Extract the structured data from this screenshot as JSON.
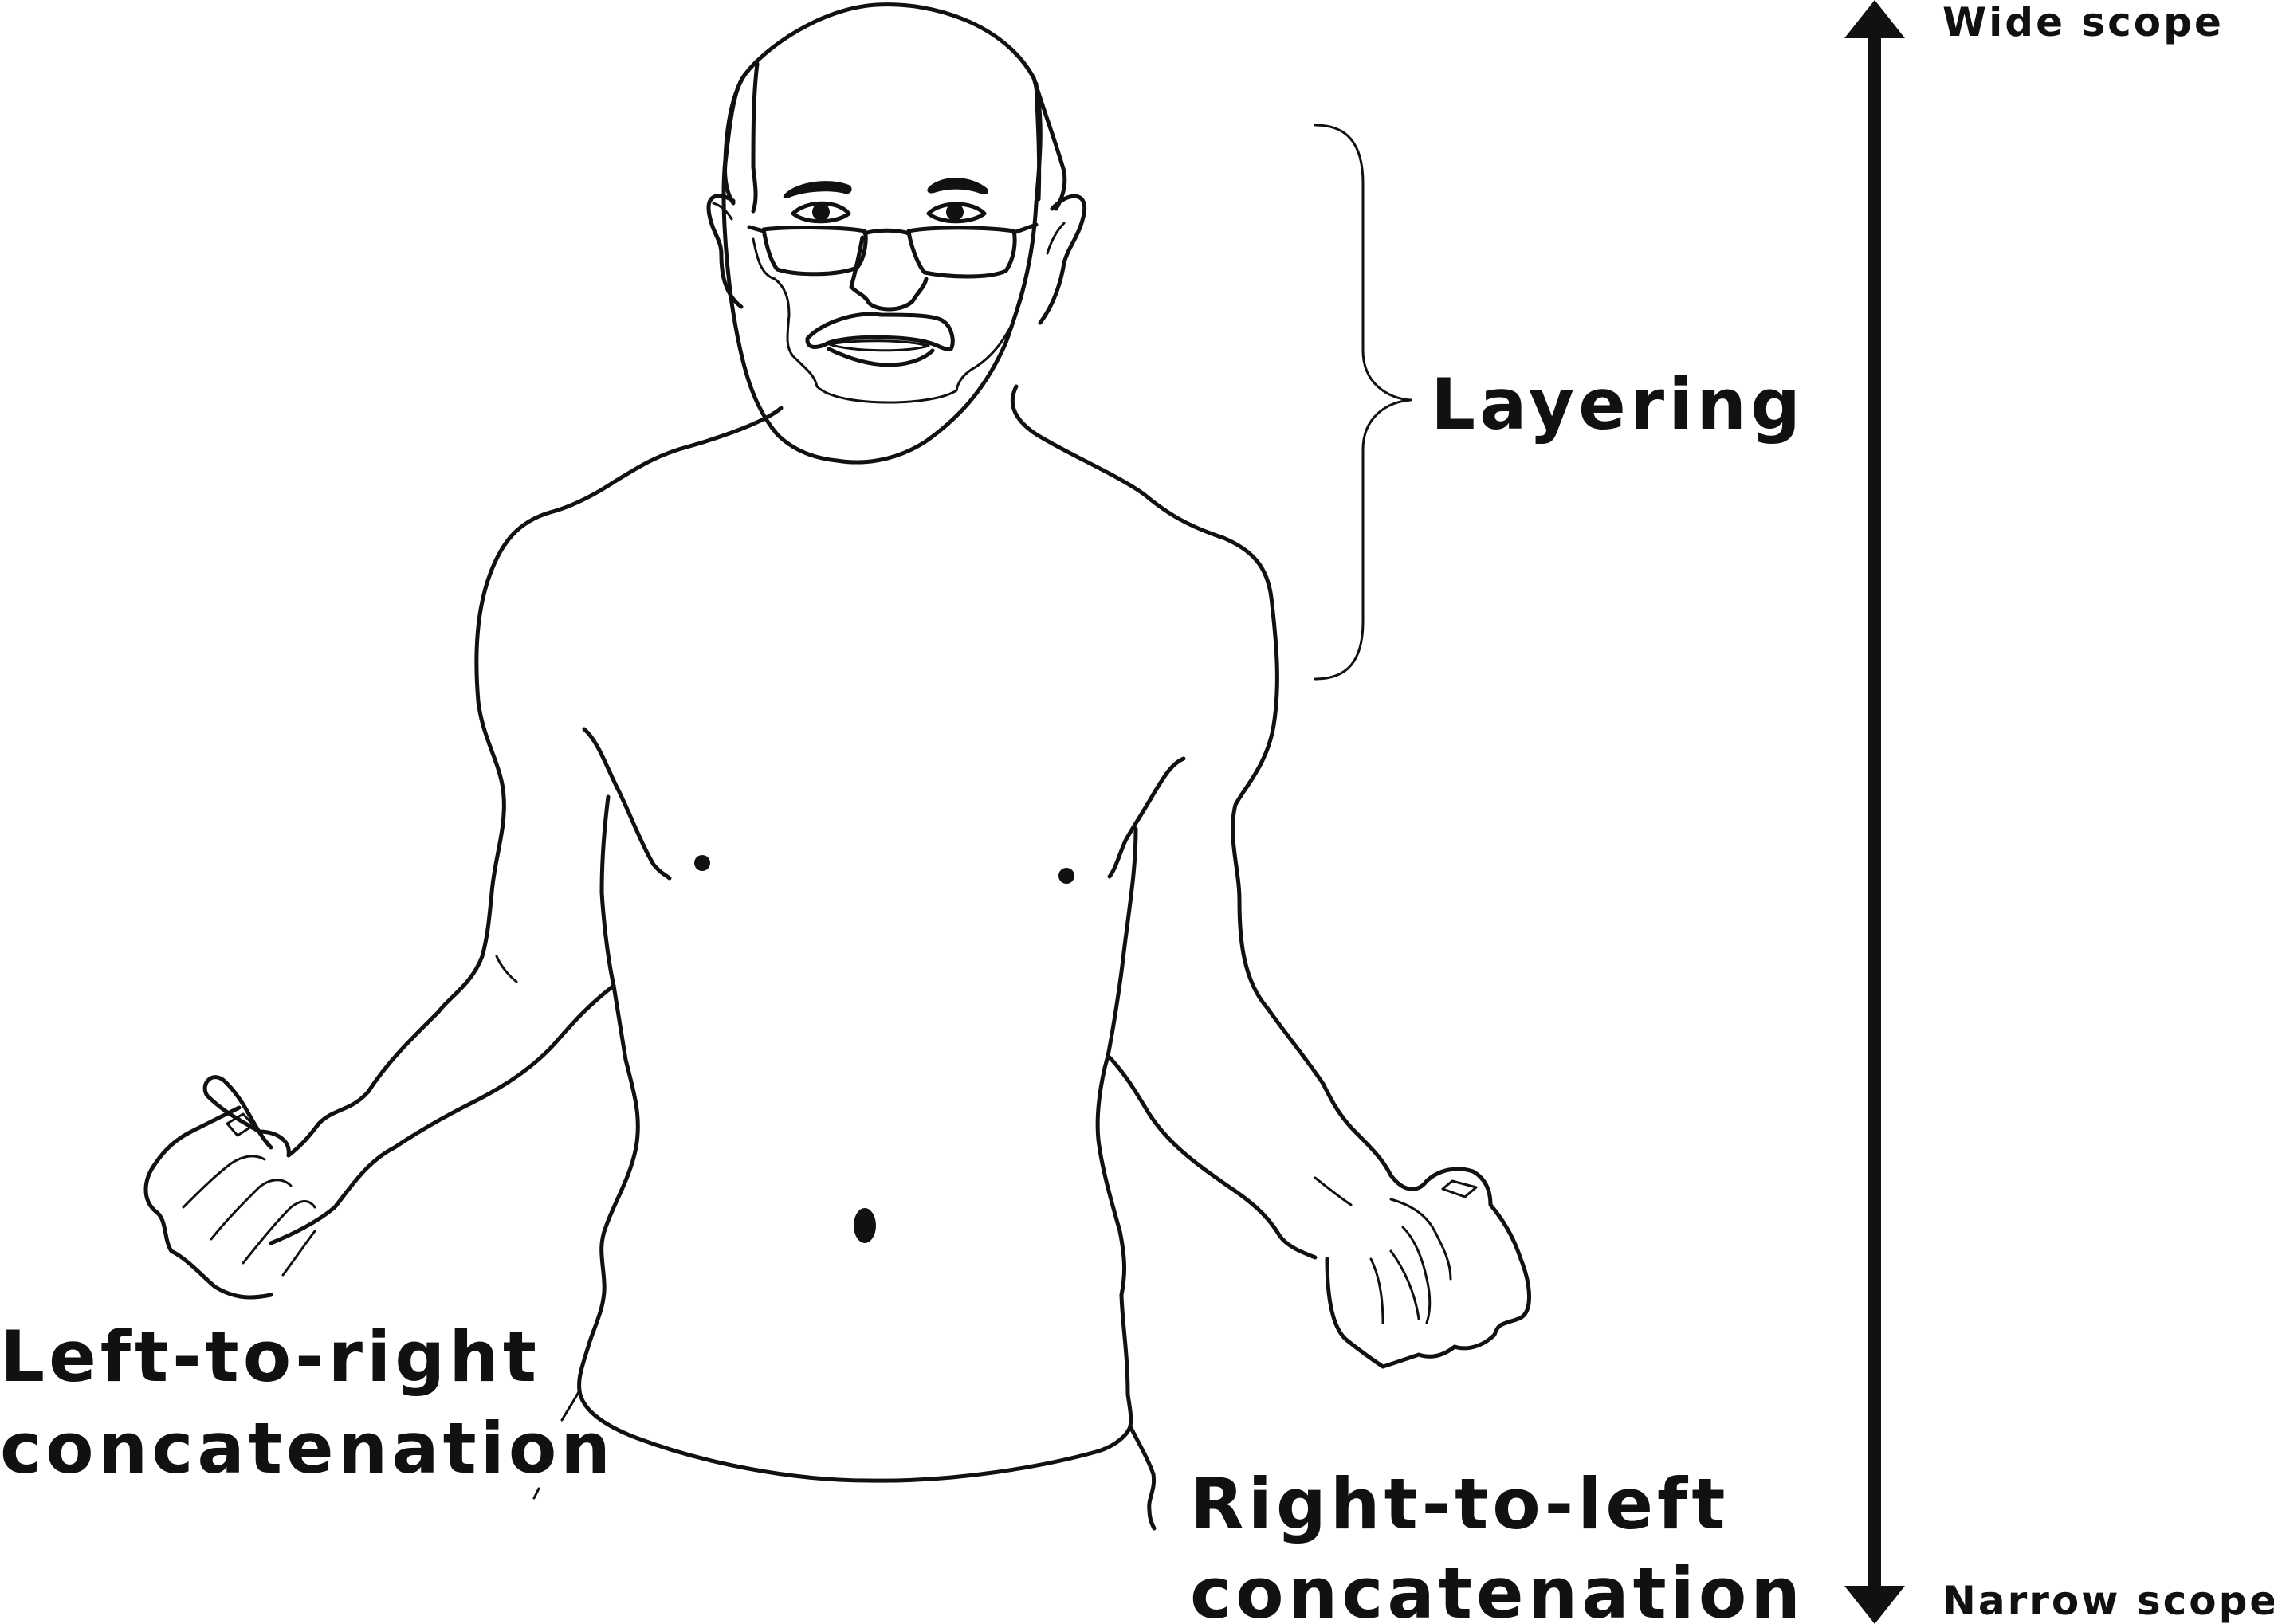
{
  "labels": {
    "layering": "Layering",
    "left_to_right_line1": "Left-to-right",
    "left_to_right_line2": "concatenation",
    "right_to_left_line1": "Right-to-left",
    "right_to_left_line2": "concatenation",
    "wide_scope": "Wide scope",
    "narrow_scope": "Narrow scope"
  },
  "colors": {
    "ink": "#111111",
    "background": "#ffffff"
  }
}
